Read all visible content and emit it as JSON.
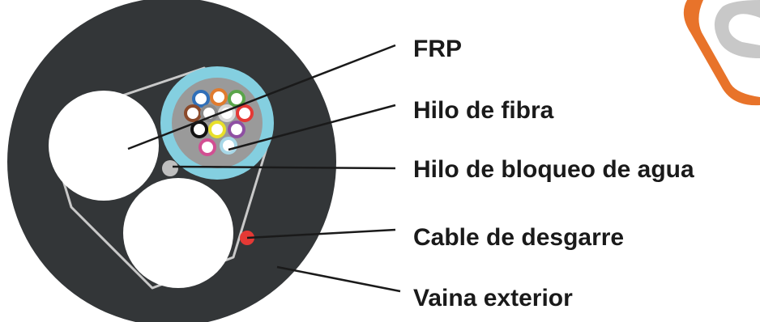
{
  "labels": {
    "frp": "FRP",
    "fiber_thread": "Hilo de fibra",
    "water_blocking_yarn": "Hilo de bloqueo de agua",
    "ripcord": "Cable de desgarre",
    "outer_sheath": "Vaina exterior"
  },
  "fiber_colors": [
    "#2f6fb8",
    "#e07b2e",
    "#5aa54a",
    "#8b4a2b",
    "#8a8a8a",
    "#d8d8d8",
    "#e53935",
    "#111111",
    "#e8e02a",
    "#8e4fa3",
    "#d24f92",
    "#a8d8e8"
  ],
  "colors": {
    "sheath": "#333638",
    "tube": "#84cfe0",
    "tube_inner": "#9a9a9a",
    "ripcord": "#e53935",
    "water_yarn": "#bfbfbf",
    "leader": "#1a1a1a",
    "logo_orange": "#e8732a",
    "logo_grey": "#c8c8c8"
  }
}
